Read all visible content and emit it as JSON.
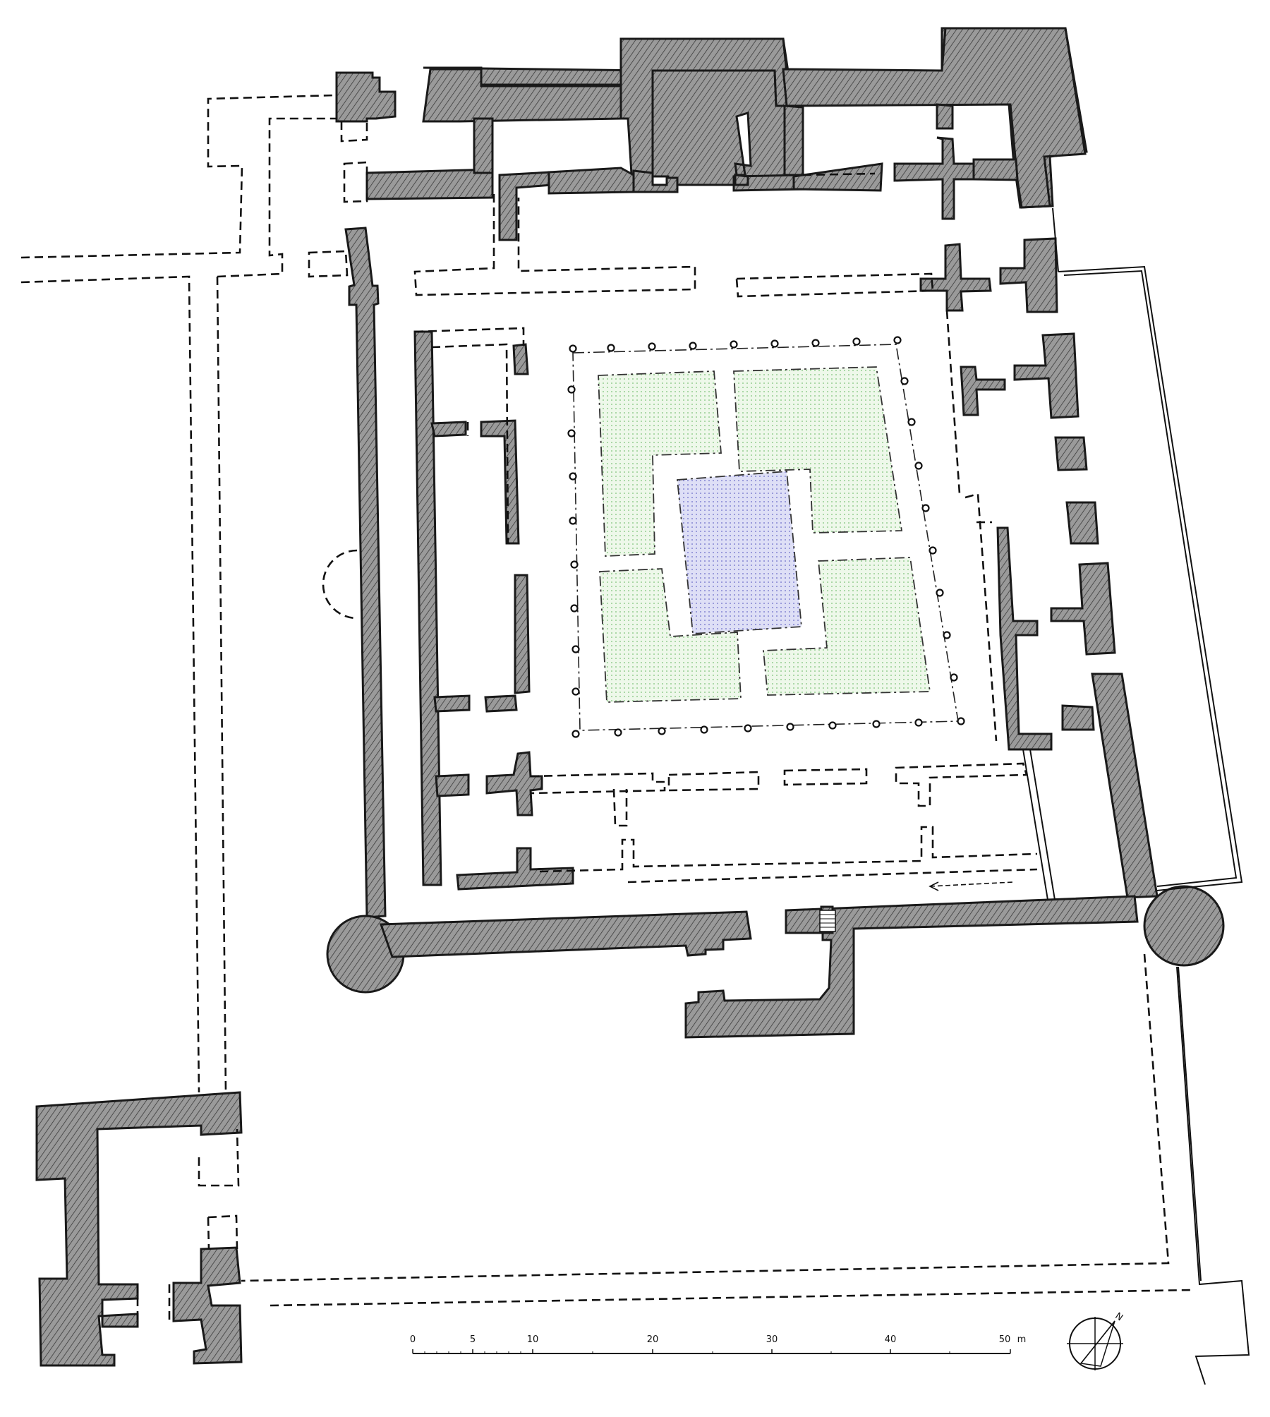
{
  "scale_bar": {
    "ticks": [
      "0",
      "5",
      "10",
      "20",
      "30",
      "40",
      "50"
    ],
    "unit": "m"
  },
  "compass": {
    "label": "N"
  },
  "colors": {
    "wall_fill": "#8a8a8a",
    "garden": "#9fd49a",
    "pool": "#8f8fd8",
    "line": "#111111"
  }
}
